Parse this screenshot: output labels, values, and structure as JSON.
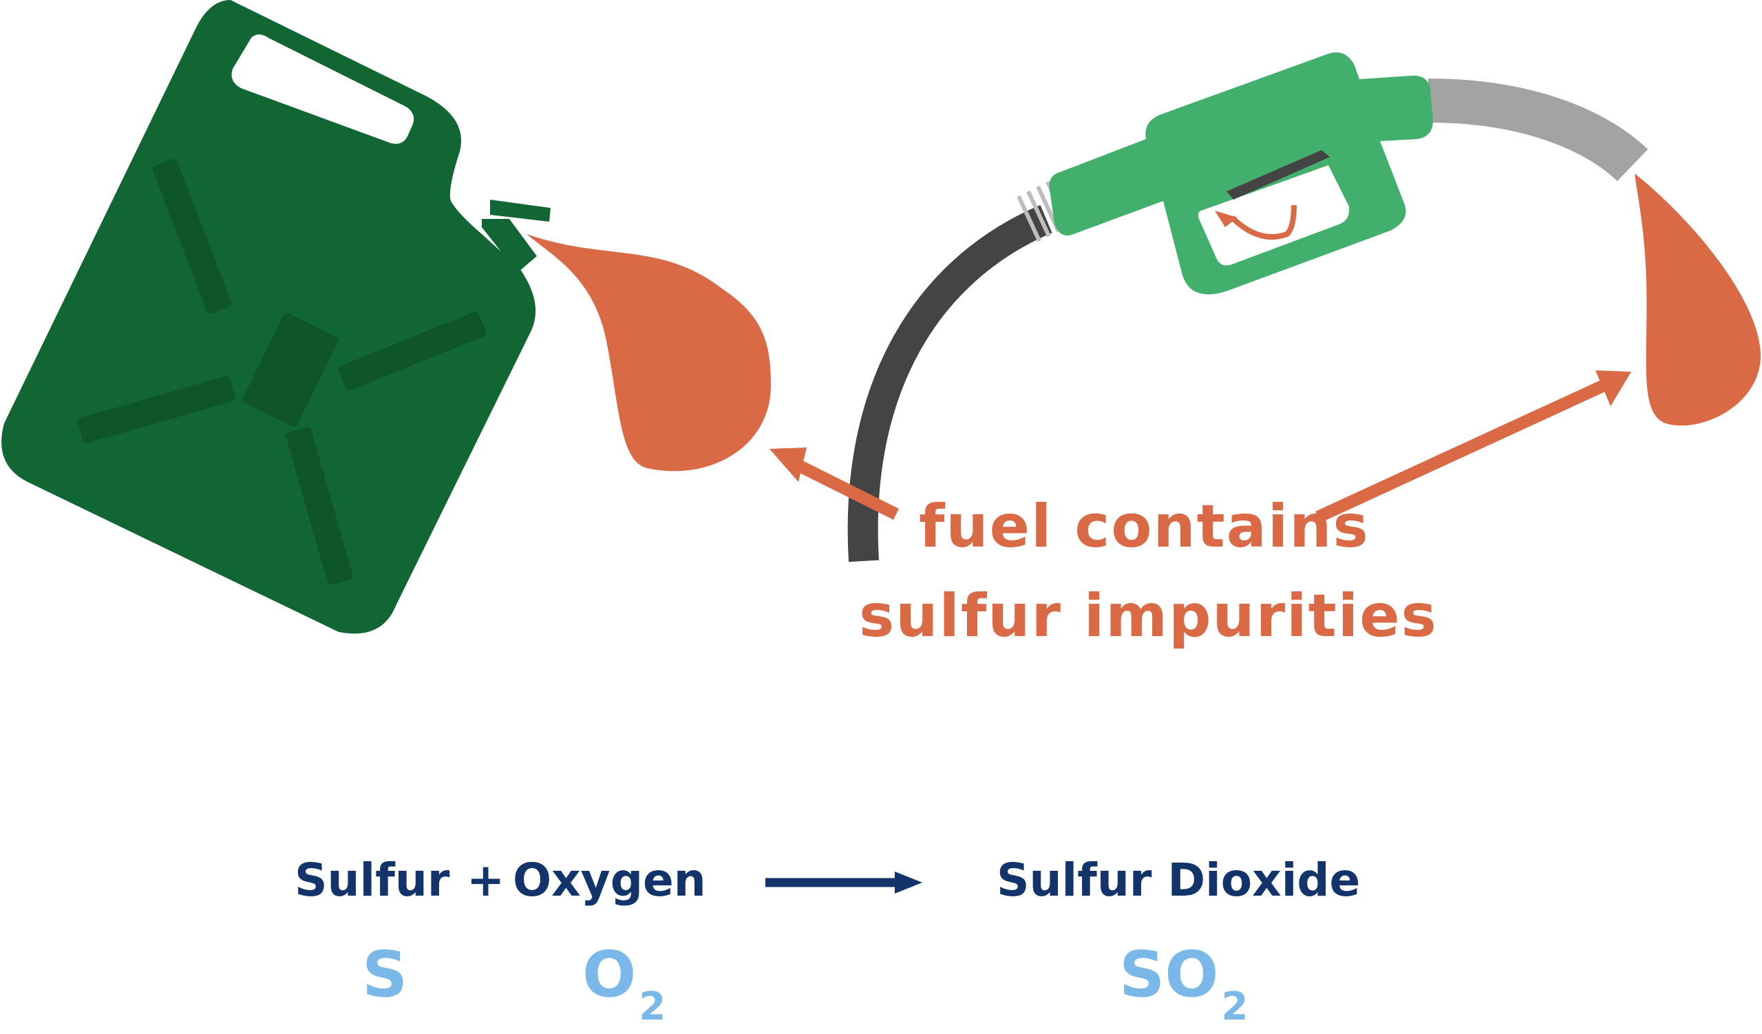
{
  "caption": {
    "line1": "fuel contains",
    "line2": "sulfur impurities"
  },
  "equation": {
    "reactant_1": "Sulfur",
    "plus": "+",
    "reactant_2": "Oxygen",
    "product": "Sulfur Dioxide",
    "symbol_1": "S",
    "symbol_2": "O",
    "symbol_2_sub": "2",
    "symbol_3": "SO",
    "symbol_3_sub": "2"
  },
  "icons": [
    "jerry-can-icon",
    "fuel-nozzle-icon",
    "fuel-drop-icon"
  ],
  "colors": {
    "can_dark": "#126633",
    "can_detail": "#0f552a",
    "nozzle": "#42b06c",
    "hose_dark": "#444444",
    "hose_light": "#a3a3a3",
    "fuel": "#d96a45",
    "equation_text": "#12346b",
    "symbol_text": "#7ab8ea"
  }
}
